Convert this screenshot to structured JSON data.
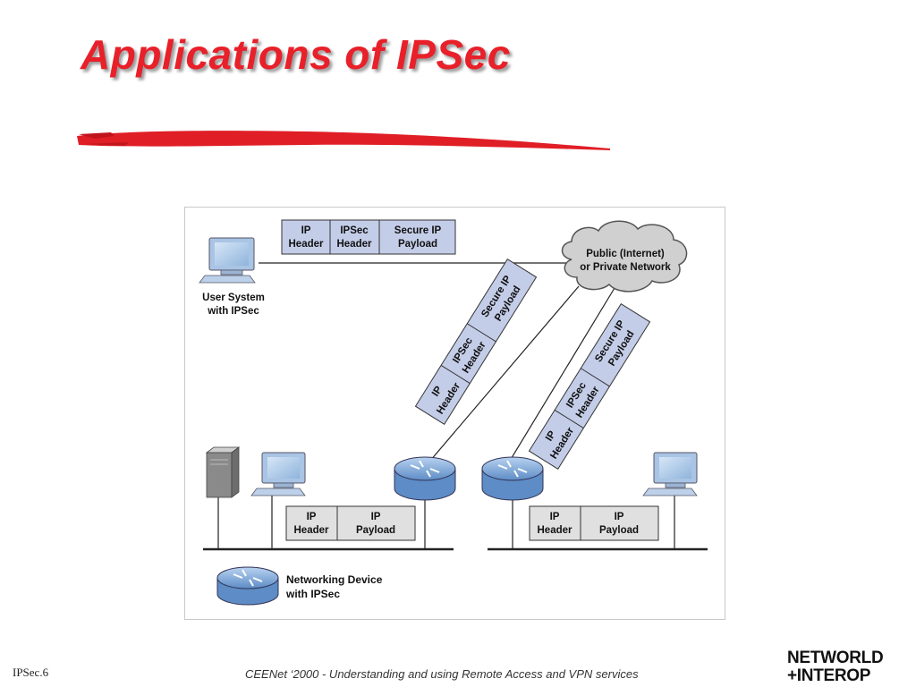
{
  "slide": {
    "title": "Applications of IPSec",
    "footer_left": "IPSec.6",
    "footer_center": "CEENet  ‘2000 - Understanding and using Remote Access and VPN services",
    "logo_line1": "NETWORLD",
    "logo_line2": "+INTEROP"
  },
  "diagram": {
    "cloud": [
      "Public (Internet)",
      "or Private Network"
    ],
    "user_system": [
      "User System",
      "with IPSec"
    ],
    "legend_device": [
      "Networking Device",
      "with IPSec"
    ],
    "top_packet": [
      [
        "IP",
        "Header"
      ],
      [
        "IPSec",
        "Header"
      ],
      [
        "Secure IP",
        "Payload"
      ]
    ],
    "diag_packet_1": [
      [
        "IP",
        "Header"
      ],
      [
        "IPSec",
        "Header"
      ],
      [
        "Secure IP",
        "Payload"
      ]
    ],
    "diag_packet_2": [
      [
        "IP",
        "Header"
      ],
      [
        "IPSec",
        "Header"
      ],
      [
        "Secure IP",
        "Payload"
      ]
    ],
    "lan_packet_left": [
      [
        "IP",
        "Header"
      ],
      [
        "IP",
        "Payload"
      ]
    ],
    "lan_packet_right": [
      [
        "IP",
        "Header"
      ],
      [
        "IP",
        "Payload"
      ]
    ]
  }
}
